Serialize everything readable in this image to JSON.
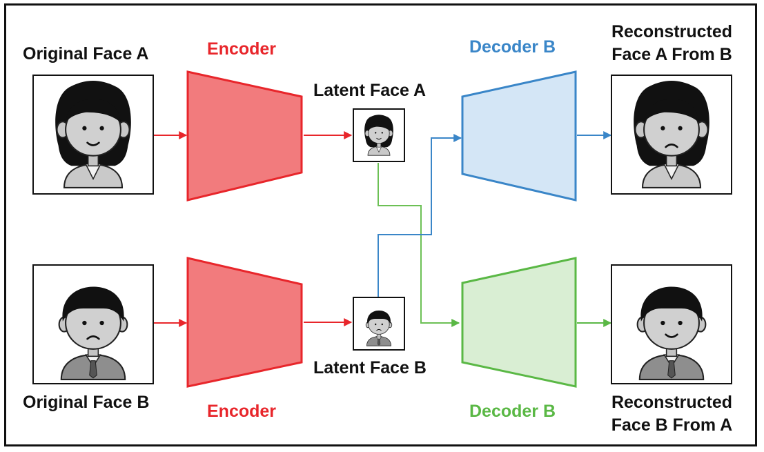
{
  "labels": {
    "original_face_a": "Original Face A",
    "original_face_b": "Original Face B",
    "encoder_top": "Encoder",
    "encoder_bottom": "Encoder",
    "latent_face_a": "Latent Face A",
    "latent_face_b": "Latent Face B",
    "decoder_top": "Decoder B",
    "decoder_bottom": "Decoder B",
    "reconstructed_a_line1": "Reconstructed",
    "reconstructed_a_line2": "Face A From B",
    "reconstructed_b_line1": "Reconstructed",
    "reconstructed_b_line2": "Face B From A"
  },
  "colors": {
    "encoder": "#e8262b",
    "encoder_fill": "#f27b7d",
    "decoder_blue": "#3a86c8",
    "decoder_blue_fill": "#d4e6f6",
    "decoder_green": "#5ab845",
    "decoder_green_fill": "#d9eed3",
    "path_green": "#6cc055",
    "path_blue": "#3a86c8"
  }
}
